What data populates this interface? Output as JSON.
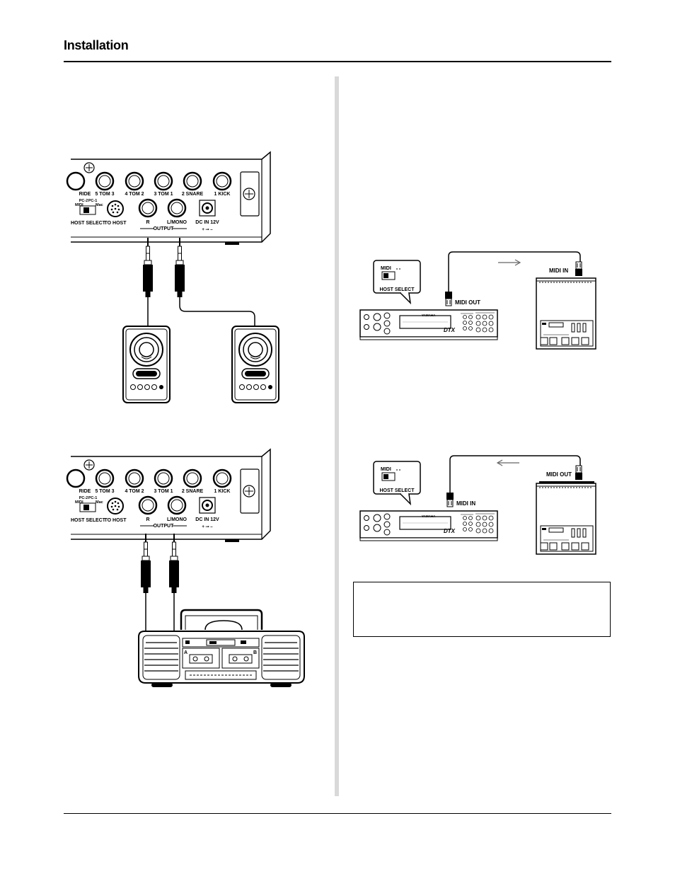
{
  "header": {
    "title": "Installation"
  },
  "panel": {
    "jacks_top": [
      "RIDE",
      "5 TOM 3",
      "4 TOM 2",
      "3 TOM 1",
      "2 SNARE",
      "1 KICK"
    ],
    "jacks_bottom": [
      "R",
      "L/MONO",
      "DC IN 12V"
    ],
    "output_label": "OUTPUT",
    "host_select": "HOST SELECT",
    "to_host": "TO HOST",
    "switch_labels": {
      "pc2": "PC-2",
      "pc1": "PC-1",
      "midi": "MIDI",
      "mac": "Mac"
    },
    "dc_polarity": "+ ⊸ –"
  },
  "midi_diagrams": {
    "host_select": "HOST SELECT",
    "switch_label": "MIDI",
    "out_label": "MIDI OUT",
    "in_label": "MIDI IN",
    "brand": "YAMAHA"
  },
  "boombox": {
    "deck_a": "A",
    "deck_b": "B"
  }
}
